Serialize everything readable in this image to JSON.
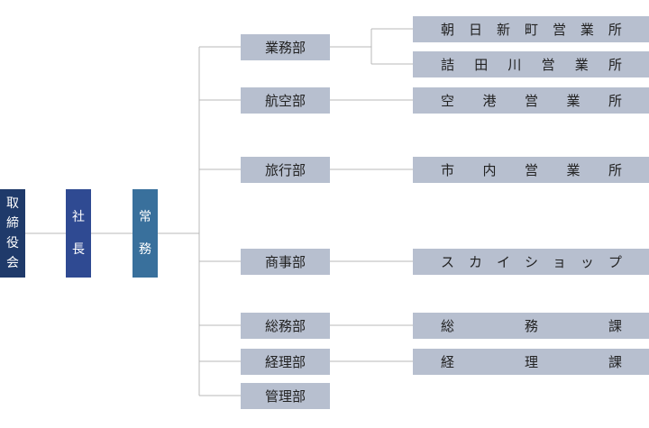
{
  "executives": {
    "board": [
      "取",
      "締",
      "役",
      "会"
    ],
    "president": [
      "社",
      "長"
    ],
    "managing": [
      "常",
      "務"
    ]
  },
  "colors": {
    "board": "#1f3a6a",
    "president": "#2f4a92",
    "managing": "#39709c",
    "box": "#b7bfcf",
    "line": "#b9b9b9"
  },
  "departments": [
    {
      "name": "業務部",
      "branches": [
        "朝日新町営業所",
        "詰田川営業所"
      ]
    },
    {
      "name": "航空部",
      "branches": [
        "空港営業所"
      ]
    },
    {
      "name": "旅行部",
      "branches": [
        "市内営業所"
      ]
    },
    {
      "name": "商事部",
      "branches": [
        "スカイショップ"
      ]
    },
    {
      "name": "総務部",
      "branches": [
        "総務課"
      ]
    },
    {
      "name": "経理部",
      "branches": [
        "経理課"
      ]
    },
    {
      "name": "管理部",
      "branches": []
    }
  ]
}
